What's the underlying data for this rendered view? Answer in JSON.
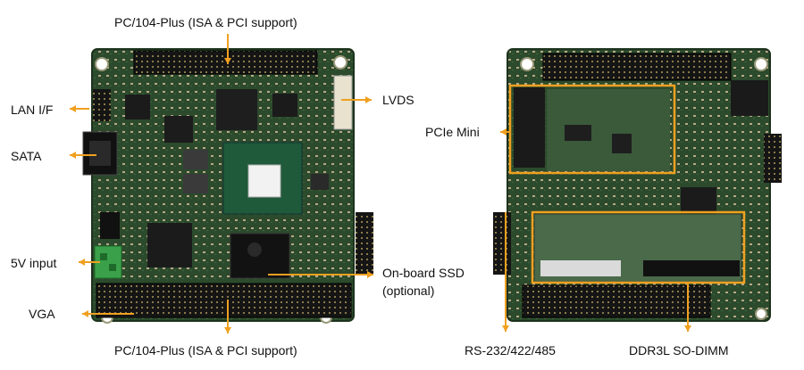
{
  "colors": {
    "arrow": "#f0a020",
    "pcb": "#2c4a2c",
    "connector": "#1a1a1a",
    "highlight": "#f0a020"
  },
  "labels": {
    "top_pc104": "PC/104-Plus (ISA & PCI support)",
    "lan": "LAN I/F",
    "lvds": "LVDS",
    "sata": "SATA",
    "power": "5V input",
    "ssd_line1": "On-board SSD",
    "ssd_line2": "(optional)",
    "vga": "VGA",
    "bottom_pc104": "PC/104-Plus (ISA & PCI support)",
    "pcie_mini": "PCIe Mini",
    "serial": "RS-232/422/485",
    "dimm": "DDR3L SO-DIMM"
  }
}
